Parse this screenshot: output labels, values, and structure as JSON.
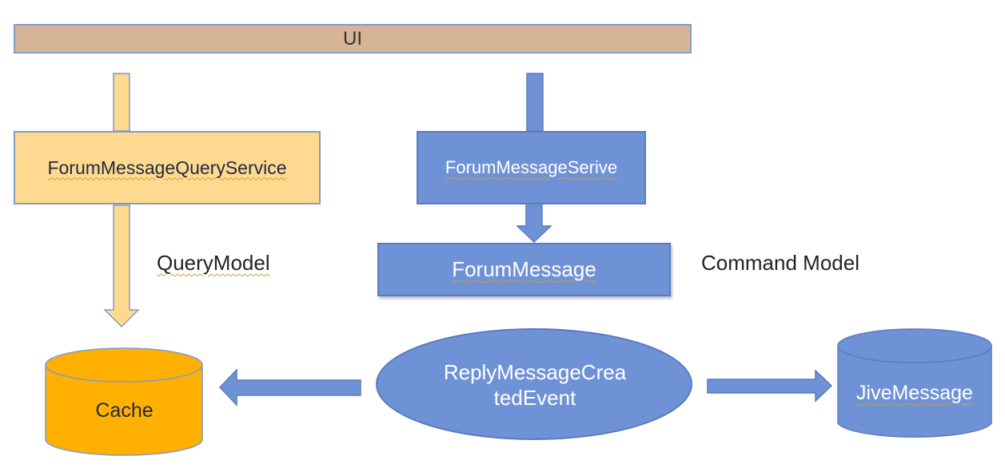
{
  "ui_layer": {
    "label": "UI"
  },
  "query_side": {
    "service_label": "ForumMessageQueryService",
    "model_label": "QueryModel",
    "store_label": "Cache"
  },
  "command_side": {
    "service_label": "ForumMessageSerive",
    "entity_label": "ForumMessage",
    "model_label": "Command Model",
    "store_label": "JiveMessage"
  },
  "event": {
    "label_line1": "ReplyMessageCrea",
    "label_line2": "tedEvent"
  },
  "colors": {
    "ui_bar": "#d6b596",
    "query_fill": "#ffd98f",
    "command_fill": "#6f92d6",
    "cache_fill": "#ffb000",
    "border": "#7f9cc9"
  }
}
